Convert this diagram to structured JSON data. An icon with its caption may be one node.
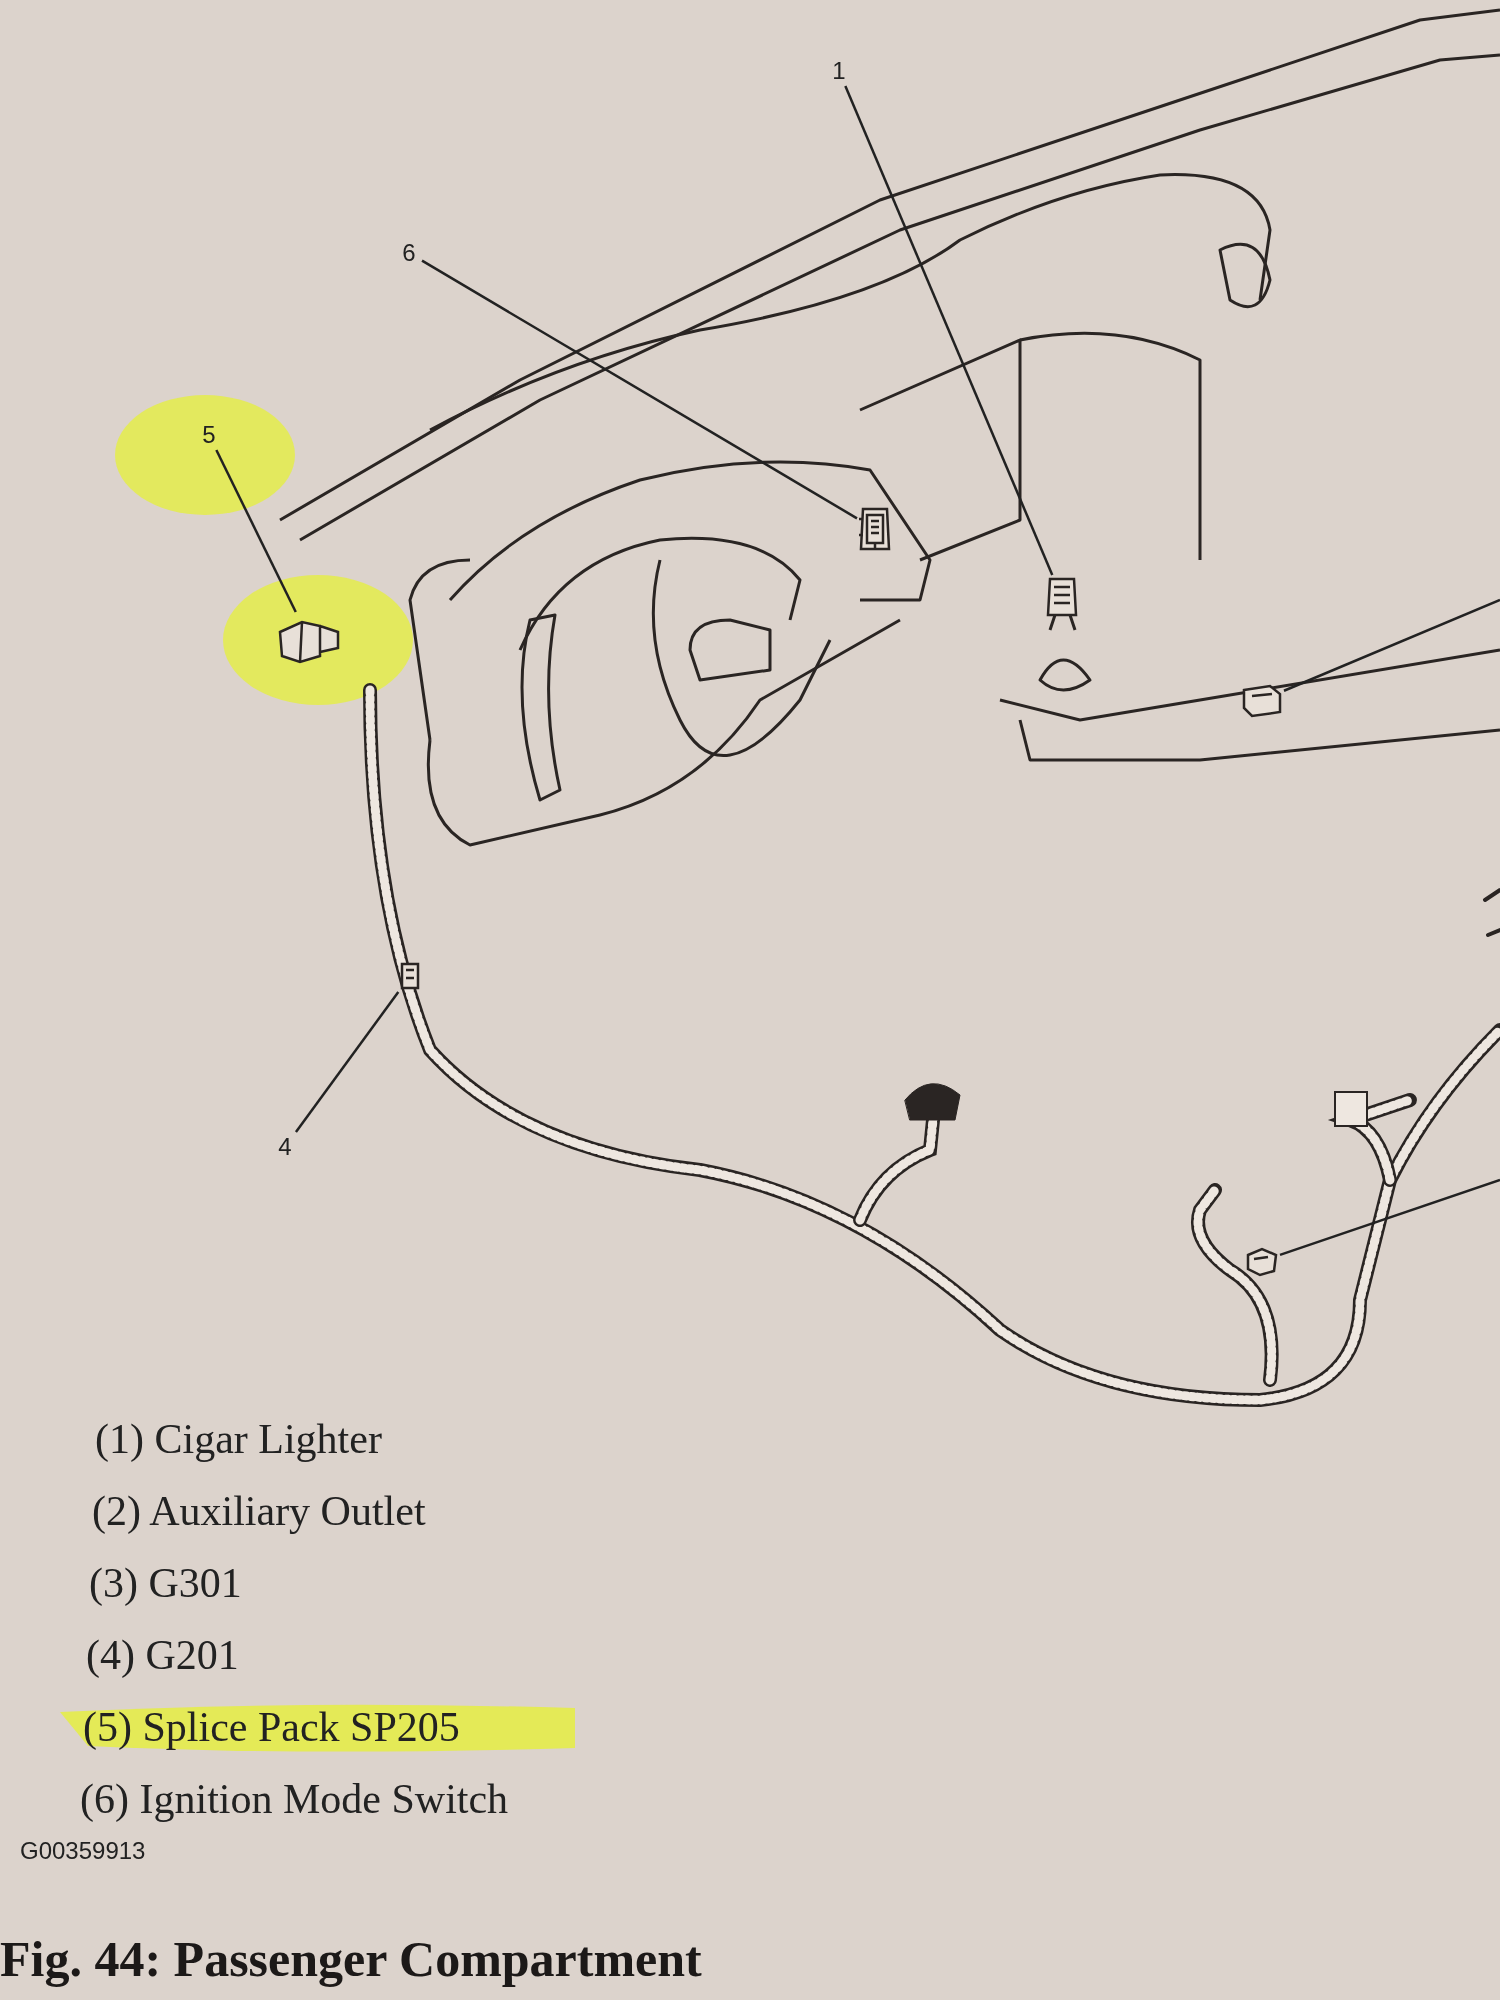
{
  "diagram": {
    "caption": "Fig. 44: Passenger Compartment",
    "nodes": [
      {
        "text": [
          "1"
        ]
      },
      {
        "text": [],
        "shape": "picture"
      },
      {
        "text": [
          "6"
        ]
      },
      {
        "text": [],
        "shape": "picture"
      },
      {
        "text": [
          "5"
        ]
      },
      {
        "text": [],
        "shape": "picture"
      },
      {
        "text": [
          "4"
        ]
      },
      {
        "text": [],
        "shape": "picture"
      },
      {
        "text": [],
        "shape": "picture"
      },
      {
        "text": [],
        "shape": "picture"
      }
    ],
    "edges": [
      {
        "from": 0,
        "to": 1,
        "arrow": "none"
      },
      {
        "from": 2,
        "to": 3,
        "arrow": "none"
      },
      {
        "from": 4,
        "to": 5,
        "arrow": "none"
      },
      {
        "from": 6,
        "to": 7,
        "arrow": "none"
      },
      {
        "from": null,
        "to": 8,
        "arrow": "none"
      },
      {
        "from": null,
        "to": 9,
        "arrow": "none"
      }
    ],
    "labels": [
      "(1) Cigar Lighter",
      "(2) Auxiliary Outlet",
      "(3) G301",
      "(4) G201",
      "(5) Splice Pack SP205",
      "(6) Ignition Mode Switch",
      "G00359913"
    ]
  }
}
